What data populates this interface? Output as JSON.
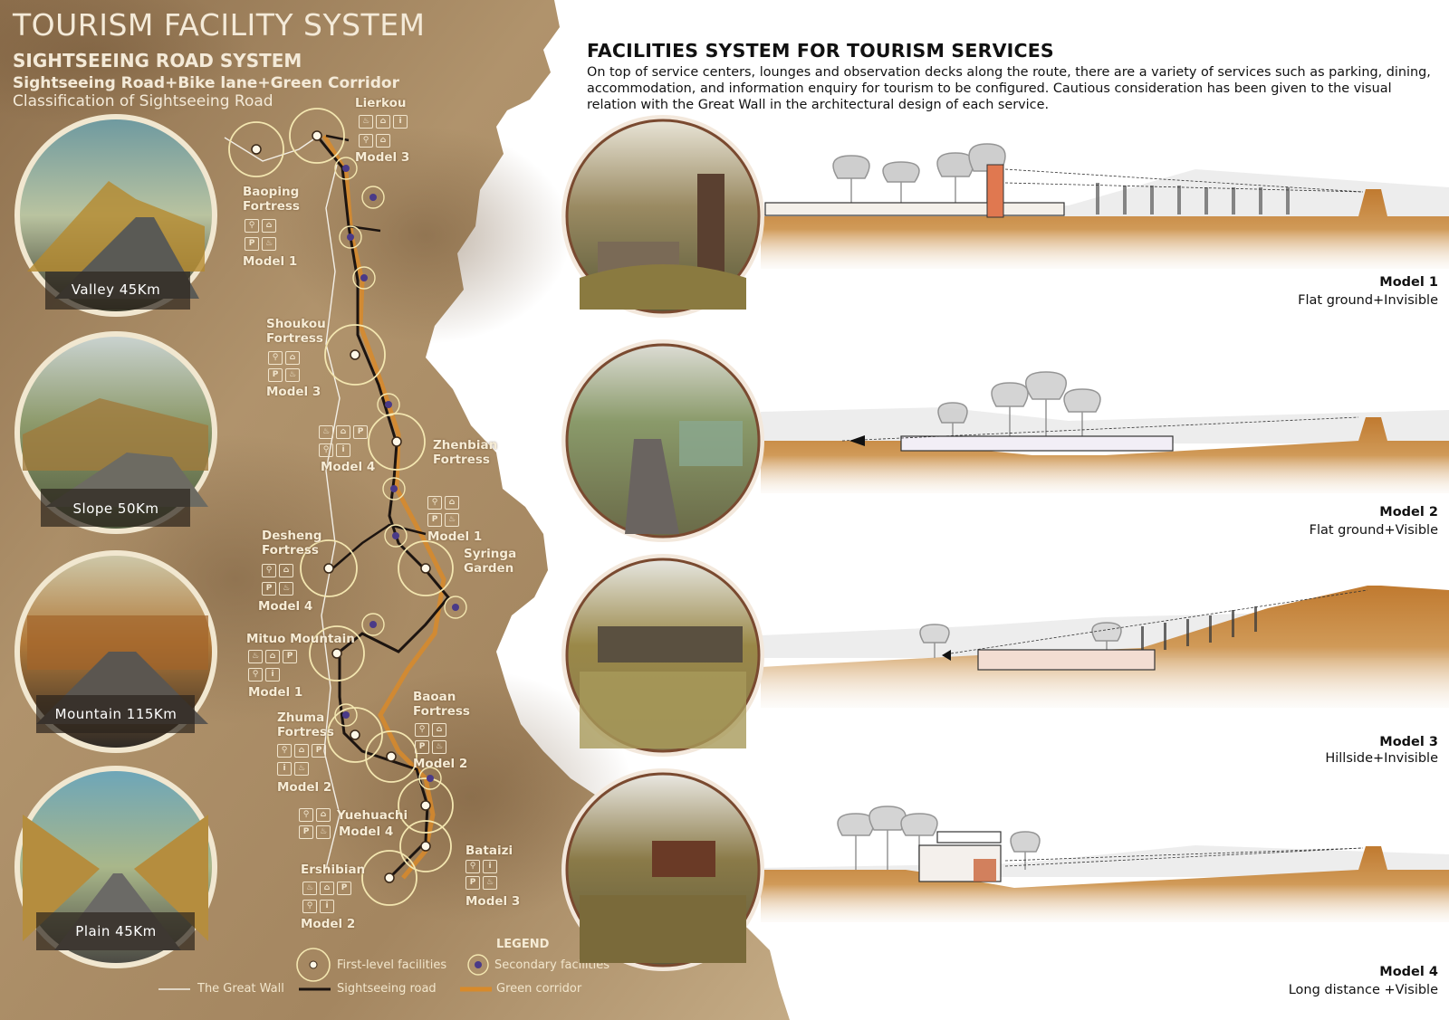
{
  "left": {
    "title": "TOURISM FACILITY SYSTEM",
    "subtitle": "SIGHTSEEING ROAD  SYSTEM",
    "subtitle2": "Sightseeing Road+Bike lane+Green Corridor",
    "caption": "Classification of Sightseeing Road",
    "roads": [
      {
        "label": "Valley 45Km"
      },
      {
        "label": "Slope  50Km"
      },
      {
        "label": "Mountain 115Km"
      },
      {
        "label": "Plain 45Km"
      }
    ],
    "places": [
      {
        "name": "Lierkou",
        "model": "Model 3"
      },
      {
        "name": "Baoping\nFortress",
        "model": "Model 1"
      },
      {
        "name": "Shoukou\nFortress",
        "model": "Model 3"
      },
      {
        "name": "Zhenbian\nFortress",
        "model": "Model 4"
      },
      {
        "name": "Desheng\nFortress",
        "model": "Model 4"
      },
      {
        "name": "Syringa\nGarden",
        "model": "Model 1"
      },
      {
        "name": "Mituo Mountain",
        "model": "Model 1"
      },
      {
        "name": "Zhuma\nFortress",
        "model": "Model 2"
      },
      {
        "name": "Baoan\nFortress",
        "model": "Model 2"
      },
      {
        "name": "Yuehuachi",
        "model": "Model 4"
      },
      {
        "name": "Bataizi",
        "model": "Model 3"
      },
      {
        "name": "Ershibian",
        "model": "Model 2"
      }
    ],
    "legend": {
      "title": "LEGEND",
      "first_level": "First-level facilities",
      "secondary": "Secondary facilities",
      "great_wall": "The Great Wall",
      "road": "Sightseeing road",
      "corridor": "Green corridor"
    },
    "icon_names": [
      "parking-icon",
      "dining-icon",
      "lodging-icon",
      "info-icon",
      "restroom-icon"
    ]
  },
  "right": {
    "heading": "FACILITIES SYSTEM  FOR TOURISM SERVICES",
    "paragraph": "On top of service centers, lounges and observation decks along the route, there are a variety of services such as parking, dining, accommodation, and information enquiry for tourism to be configured. Cautious consideration has been given to the visual relation with the Great Wall in the architectural design of each service.",
    "models": [
      {
        "title": "Model 1",
        "subtitle": "Flat ground+Invisible"
      },
      {
        "title": "Model 2",
        "subtitle": "Flat ground+Visible"
      },
      {
        "title": "Model 3",
        "subtitle": "Hillside+Invisible"
      },
      {
        "title": "Model 4",
        "subtitle": "Long distance +Visible"
      }
    ]
  },
  "colors": {
    "parchment": "#a88a62",
    "ground": "#c8782e",
    "road": "#1c1410",
    "corridor": "#d88a2a",
    "circle_ring": "#f3e6b0"
  }
}
